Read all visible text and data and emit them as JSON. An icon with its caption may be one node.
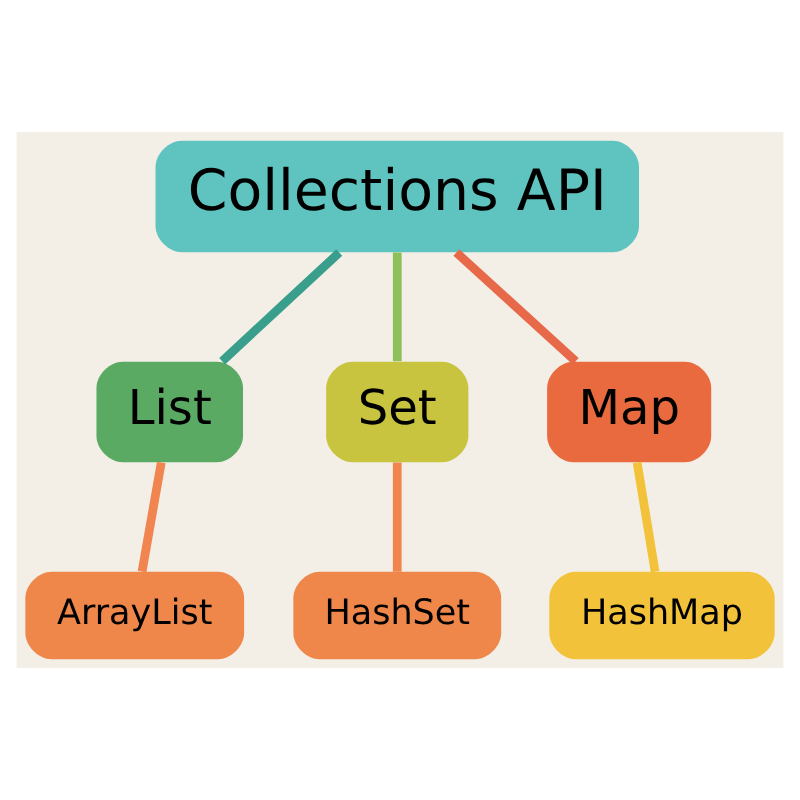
{
  "diagram": {
    "nodes": [
      {
        "text": [
          "Collections API"
        ]
      },
      {
        "text": [
          "List"
        ]
      },
      {
        "text": [
          "Set"
        ]
      },
      {
        "text": [
          "Map"
        ]
      },
      {
        "text": [
          "ArrayList"
        ]
      },
      {
        "text": [
          "HashSet"
        ]
      },
      {
        "text": [
          "HashMap"
        ]
      }
    ],
    "edges": [
      {
        "from": 0,
        "to": 1,
        "arrow": "none",
        "color": "#3a9e8c"
      },
      {
        "from": 0,
        "to": 2,
        "arrow": "none",
        "color": "#8dbf5a"
      },
      {
        "from": 0,
        "to": 3,
        "arrow": "none",
        "color": "#e8694a"
      },
      {
        "from": 1,
        "to": 4,
        "arrow": "none",
        "color": "#f08550"
      },
      {
        "from": 2,
        "to": 5,
        "arrow": "none",
        "color": "#f08550"
      },
      {
        "from": 3,
        "to": 6,
        "arrow": "none",
        "color": "#f2c23a"
      }
    ]
  }
}
